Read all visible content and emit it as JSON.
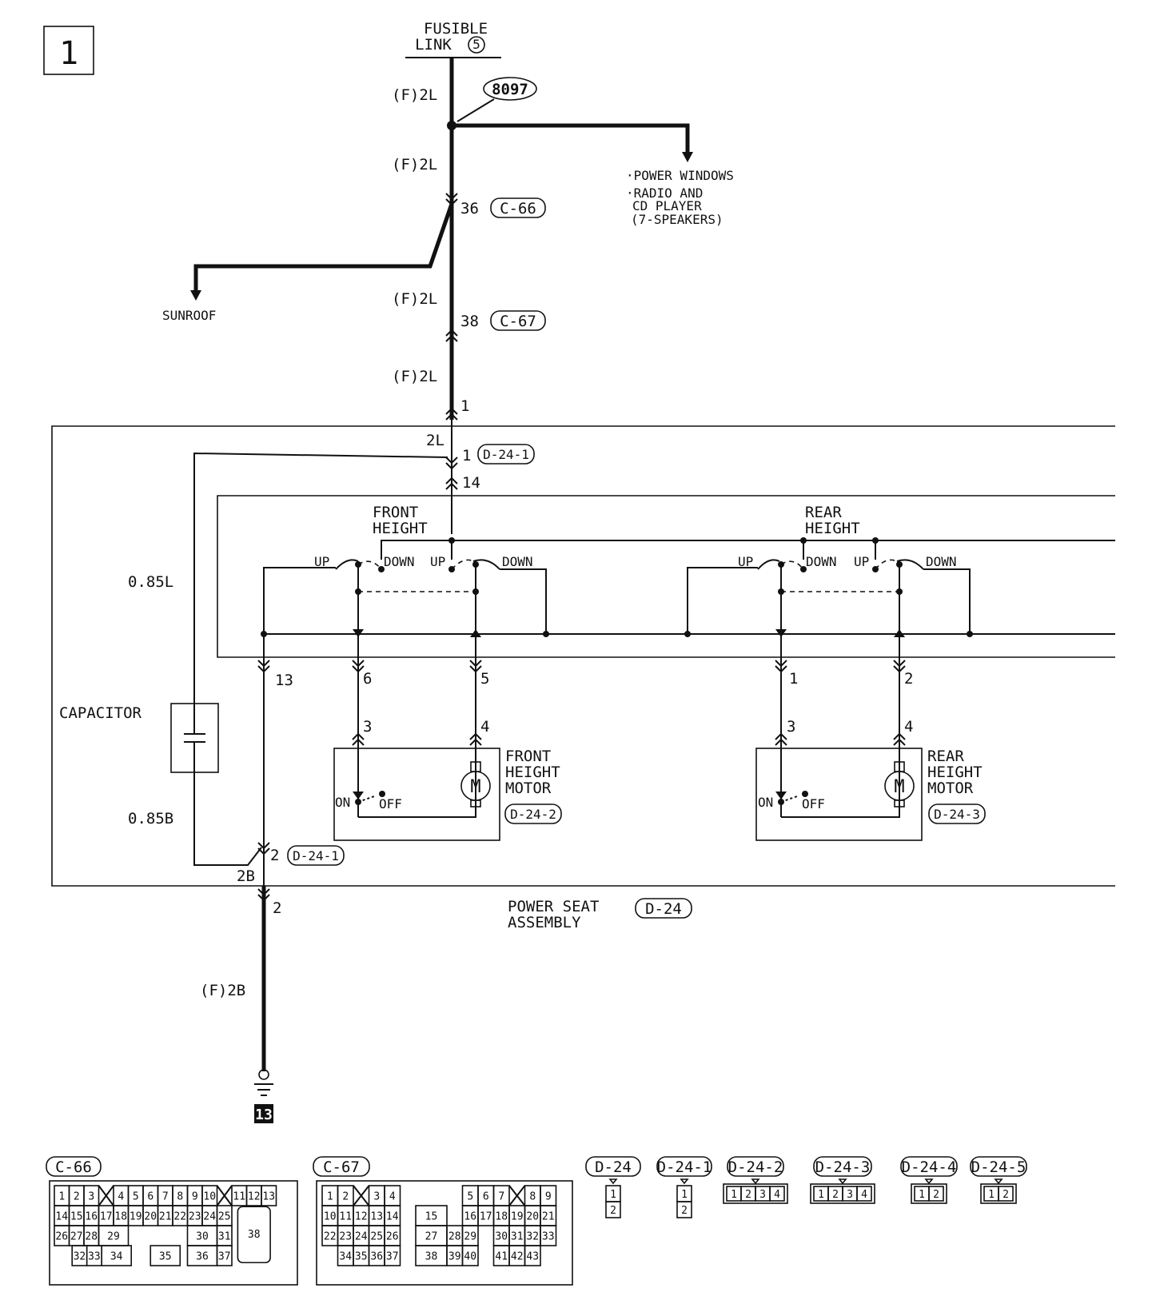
{
  "page": {
    "number": "1"
  },
  "source": {
    "line1": "FUSIBLE",
    "line2": "LINK",
    "num": "5"
  },
  "splice": "8097",
  "wires": {
    "f2l": "(F)2L",
    "l2": "2L",
    "l085": "0.85L",
    "b085": "0.85B",
    "b2": "2B",
    "f2b": "(F)2B"
  },
  "branches": {
    "power_windows": "·POWER WINDOWS",
    "radio1": "·RADIO AND",
    "radio2": "CD PLAYER",
    "radio3": "(7-SPEAKERS)",
    "sunroof": "SUNROOF"
  },
  "connector_refs": {
    "c66": {
      "pin": "36",
      "code": "C-66"
    },
    "c67": {
      "pin": "38",
      "code": "C-67"
    },
    "d241_top": {
      "pin": "1",
      "code": "D-24-1"
    },
    "d241_bot": {
      "pin": "2",
      "code": "D-24-1"
    }
  },
  "pins": {
    "p1": "1",
    "p14": "14",
    "p13": "13",
    "p6": "6",
    "p5": "5",
    "p1b": "1",
    "p2": "2",
    "m3a": "3",
    "m4a": "4",
    "m3b": "3",
    "m4b": "4",
    "p2b": "2"
  },
  "switch_labels": {
    "front1": "FRONT",
    "front2": "HEIGHT",
    "rear1": "REAR",
    "rear2": "HEIGHT",
    "up": "UP",
    "down": "DOWN"
  },
  "capacitor": "CAPACITOR",
  "motors": {
    "front": {
      "l1": "FRONT",
      "l2": "HEIGHT",
      "l3": "MOTOR",
      "code": "D-24-2"
    },
    "rear": {
      "l1": "REAR",
      "l2": "HEIGHT",
      "l3": "MOTOR",
      "code": "D-24-3"
    },
    "on": "ON",
    "off": "OFF",
    "m": "M"
  },
  "assembly": {
    "l1": "POWER SEAT",
    "l2": "ASSEMBLY",
    "code": "D-24"
  },
  "ground": "13",
  "connectors": {
    "c66": "C-66",
    "c67": "C-67",
    "d24": "D-24",
    "d241": "D-24-1",
    "d242": "D-24-2",
    "d243": "D-24-3",
    "d244": "D-24-4",
    "d245": "D-24-5",
    "c66_pins": [
      "1",
      "2",
      "3",
      "4",
      "5",
      "6",
      "7",
      "8",
      "9",
      "10",
      "11",
      "12",
      "13",
      "14",
      "15",
      "16",
      "17",
      "18",
      "19",
      "20",
      "21",
      "22",
      "23",
      "24",
      "25",
      "26",
      "27",
      "28",
      "29",
      "30",
      "31",
      "32",
      "33",
      "34",
      "35",
      "36",
      "37",
      "38"
    ],
    "c67_pins": [
      "1",
      "2",
      "3",
      "4",
      "5",
      "6",
      "7",
      "8",
      "9",
      "10",
      "11",
      "12",
      "13",
      "14",
      "15",
      "16",
      "17",
      "18",
      "19",
      "20",
      "21",
      "22",
      "23",
      "24",
      "25",
      "26",
      "27",
      "28",
      "29",
      "30",
      "31",
      "32",
      "33",
      "34",
      "35",
      "36",
      "37",
      "38",
      "39",
      "40",
      "41",
      "42",
      "43"
    ],
    "two_pin": [
      "1",
      "2"
    ],
    "four_pin": [
      "1",
      "2",
      "3",
      "4"
    ]
  }
}
